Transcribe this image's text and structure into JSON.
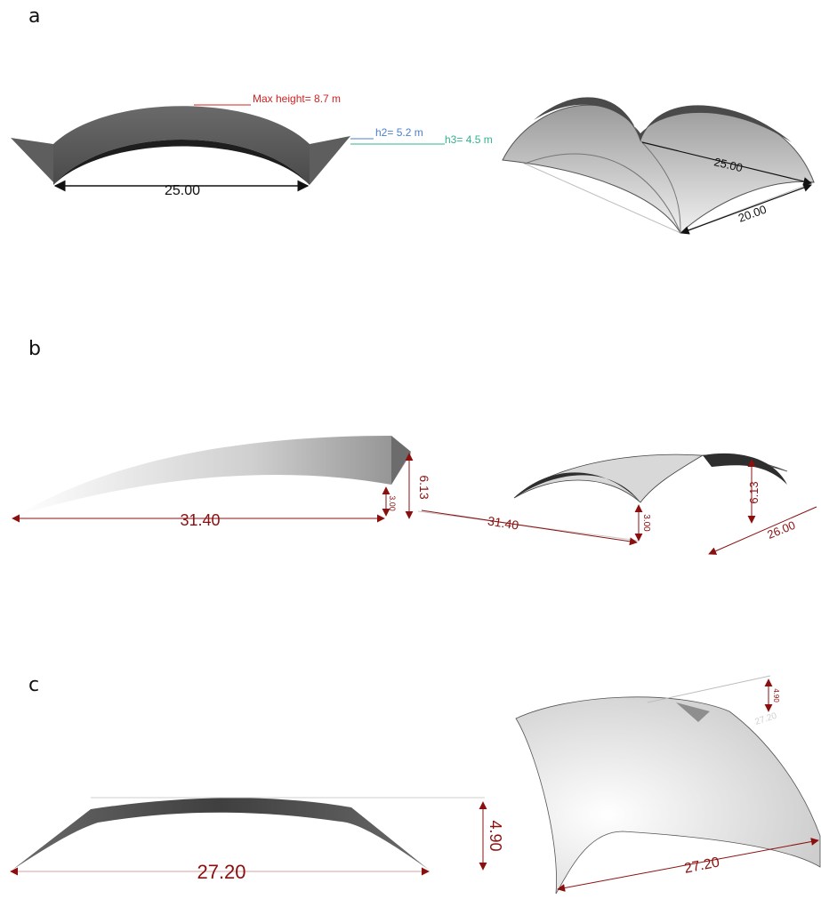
{
  "panels": [
    {
      "letter": "a",
      "left_view": {
        "span": "25.00",
        "max_height": "Max height= 8.7 m",
        "h2": "h2= 5.2 m",
        "h3": "h3= 4.5 m"
      },
      "right_view": {
        "span_a": "25.00",
        "span_b": "20.00"
      }
    },
    {
      "letter": "b",
      "left_view": {
        "span": "31.40",
        "height": "6.13",
        "low_height": "3.00"
      },
      "right_view": {
        "span_a": "31.40",
        "span_b": "26.00",
        "height": "6.13",
        "low_height": "3.00"
      }
    },
    {
      "letter": "c",
      "left_view": {
        "span": "27.20",
        "height": "4.90"
      },
      "right_view": {
        "span": "27.20",
        "height": "4.90",
        "faint_label": "27.20"
      }
    }
  ],
  "colors": {
    "max_height": "#d42020",
    "h2": "#4a7fd0",
    "h3": "#2fb38f",
    "dimension_red": "#8a1010",
    "dark_surface": "#5a5a5a"
  }
}
